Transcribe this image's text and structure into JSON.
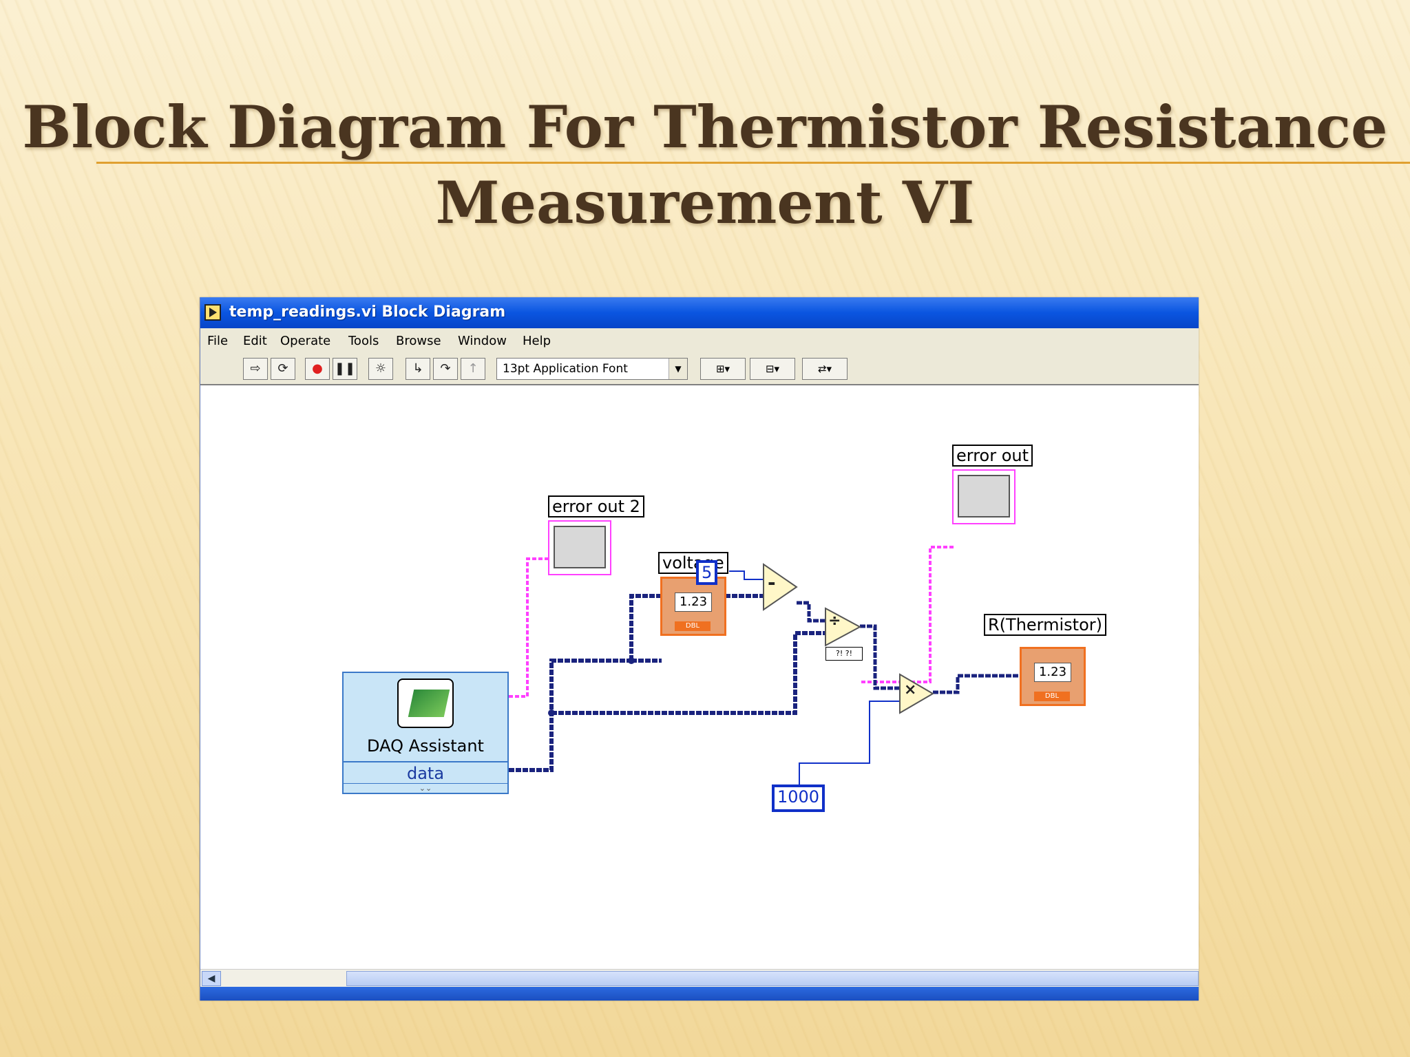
{
  "slide": {
    "title_line1": "Block Diagram For Thermistor Resistance",
    "title_line2": "Measurement VI"
  },
  "window": {
    "title": "temp_readings.vi Block Diagram",
    "menu": [
      "File",
      "Edit",
      "Operate",
      "Tools",
      "Browse",
      "Window",
      "Help"
    ],
    "font_selector": "13pt Application Font",
    "toolbar_icons": [
      "run-icon",
      "run-continuously-icon",
      "abort-icon",
      "pause-icon",
      "highlight-execution-icon",
      "step-into-icon",
      "step-over-icon",
      "step-out-icon"
    ],
    "colors": {
      "titlebar": "#0a55e0",
      "daq_wire": "#1a237e",
      "error_wire": "#ff40ff",
      "numeric_indicator": "#f07020",
      "constant": "#1030c8"
    }
  },
  "diagram": {
    "daq": {
      "title": "DAQ Assistant",
      "output": "data"
    },
    "labels": {
      "error_out_2": "error out 2",
      "voltage": "voltage",
      "error_out": "error out",
      "r_thermistor": "R(Thermistor)"
    },
    "constants": {
      "five": "5",
      "thousand": "1000"
    },
    "indicator_value": "1.23",
    "indicator_type": "DBL",
    "operators": {
      "subtract": "-",
      "divide": "÷",
      "multiply": "×"
    },
    "divide_error_label": "?! ?!"
  }
}
